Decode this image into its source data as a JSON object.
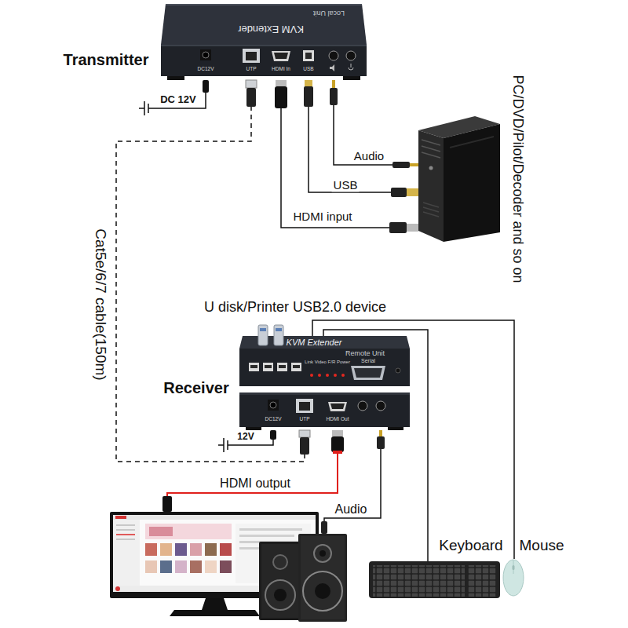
{
  "diagram": {
    "nodes": [
      {
        "text": [
          "Transmitter",
          "Local Unit",
          "KVM Extender",
          "DC12V",
          "UTP",
          "HDMI In",
          "USB"
        ]
      },
      {
        "text": [
          "PC/DVD/Pilot/Decoder and so on"
        ]
      },
      {
        "text": [
          "Receiver",
          "KVM Extender",
          "Remote Unit",
          "Link Video F/R Power",
          "Serial",
          "DC12V",
          "UTP",
          "HDMI Out"
        ]
      },
      {
        "text": [
          "Keyboard"
        ]
      },
      {
        "text": [
          "Mouse"
        ]
      }
    ],
    "edges": [
      {
        "from": 0,
        "to": 1,
        "label": "Audio",
        "arrow": "none"
      },
      {
        "from": 0,
        "to": 1,
        "label": "USB",
        "arrow": "none"
      },
      {
        "from": 0,
        "to": 1,
        "label": "HDMI input",
        "arrow": "none"
      },
      {
        "from": 0,
        "to": 2,
        "label": "Cat5e/6/7 cable(150m)",
        "arrow": "none"
      },
      {
        "from": 2,
        "to": 3,
        "arrow": "none"
      },
      {
        "from": 2,
        "to": 4,
        "arrow": "none"
      }
    ],
    "labels": [
      "DC 12V",
      "U disk/Printer USB2.0 device",
      "12V",
      "HDMI output",
      "Audio"
    ]
  }
}
